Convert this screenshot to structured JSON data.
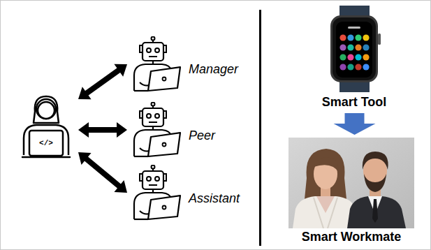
{
  "diagram": {
    "nodes": [
      {
        "text": [
          "</>"
        ]
      },
      {
        "text": [
          "Manager"
        ]
      },
      {
        "text": [
          "Peer"
        ]
      },
      {
        "text": [
          "Assistant"
        ]
      },
      {
        "text": [
          "Smart Tool"
        ]
      },
      {
        "text": [
          "Smart Workmate"
        ]
      }
    ],
    "edges": [
      {
        "from": 0,
        "to": 1,
        "arrow": "both"
      },
      {
        "from": 0,
        "to": 2,
        "arrow": "both"
      },
      {
        "from": 0,
        "to": 3,
        "arrow": "both"
      },
      {
        "from": 4,
        "to": 5,
        "arrow": "to"
      }
    ]
  }
}
